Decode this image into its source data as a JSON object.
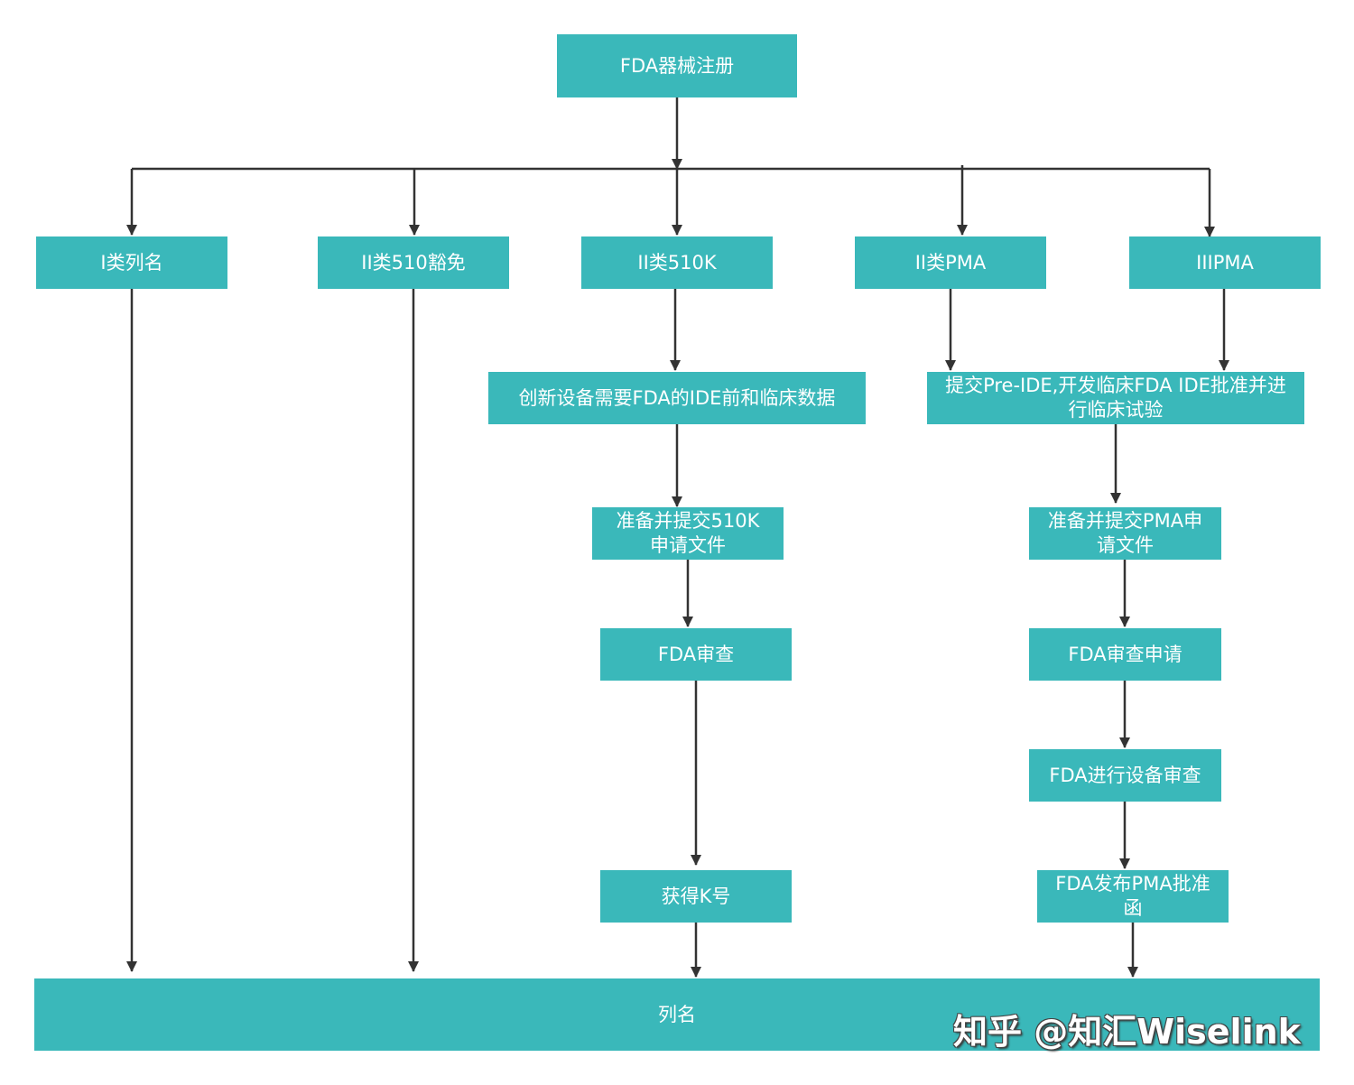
{
  "nodes": {
    "root": "FDA器械注册",
    "class1_listing": "I类列名",
    "class2_510_exempt": "II类510豁免",
    "class2_510k": "II类510K",
    "class2_pma": "II类PMA",
    "class3_pma": "IIIPMA",
    "innovative_ide_data": "创新设备需要FDA的IDE前和临床数据",
    "pre_ide_clinical": "提交Pre-IDE,开发临床FDA IDE批准并进行临床试验",
    "prepare_510k": "准备并提交510K申请文件",
    "prepare_pma": "准备并提交PMA申请文件",
    "fda_review": "FDA审查",
    "fda_review_application": "FDA审查申请",
    "fda_device_review": "FDA进行设备审查",
    "obtain_k_number": "获得K号",
    "fda_pma_approval_letter": "FDA发布PMA批准函",
    "listing": "列名"
  },
  "watermark": "知乎 @知汇Wiselink",
  "colors": {
    "node_fill": "#3ab8ba",
    "node_text": "#ffffff",
    "connector": "#333333"
  }
}
